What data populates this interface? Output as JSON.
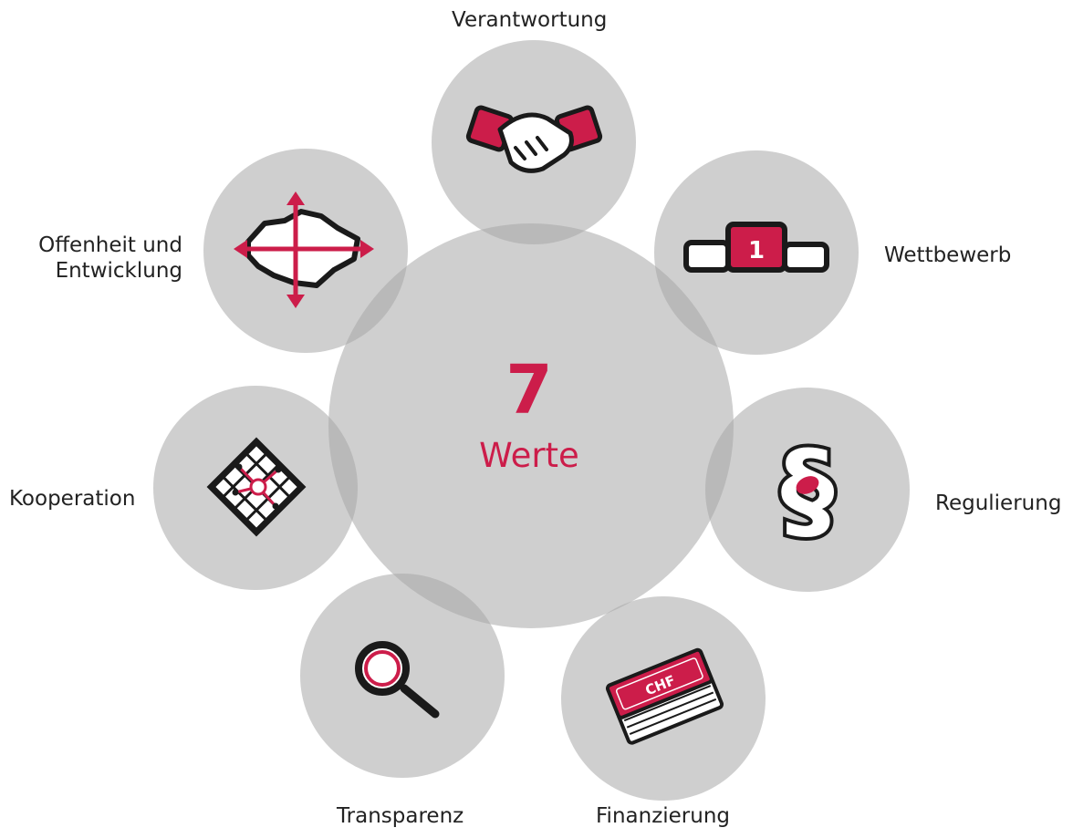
{
  "center": {
    "number": "7",
    "word": "Werte"
  },
  "colors": {
    "accent": "#cc1d4a",
    "circle": "#a8a8a8",
    "icon_dark": "#1a1a1a"
  },
  "values": [
    {
      "label": "Verantwortung",
      "icon": "handshake-icon"
    },
    {
      "label": "Wettbewerb",
      "icon": "podium-icon"
    },
    {
      "label": "Regulierung",
      "icon": "paragraph-icon"
    },
    {
      "label": "Finanzierung",
      "icon": "chf-banknotes-icon"
    },
    {
      "label": "Transparenz",
      "icon": "magnifier-icon"
    },
    {
      "label": "Kooperation",
      "icon": "network-grid-icon"
    },
    {
      "label": "Offenheit und Entwicklung",
      "label_lines": [
        "Offenheit und",
        "Entwicklung"
      ],
      "icon": "switzerland-arrows-icon"
    }
  ]
}
